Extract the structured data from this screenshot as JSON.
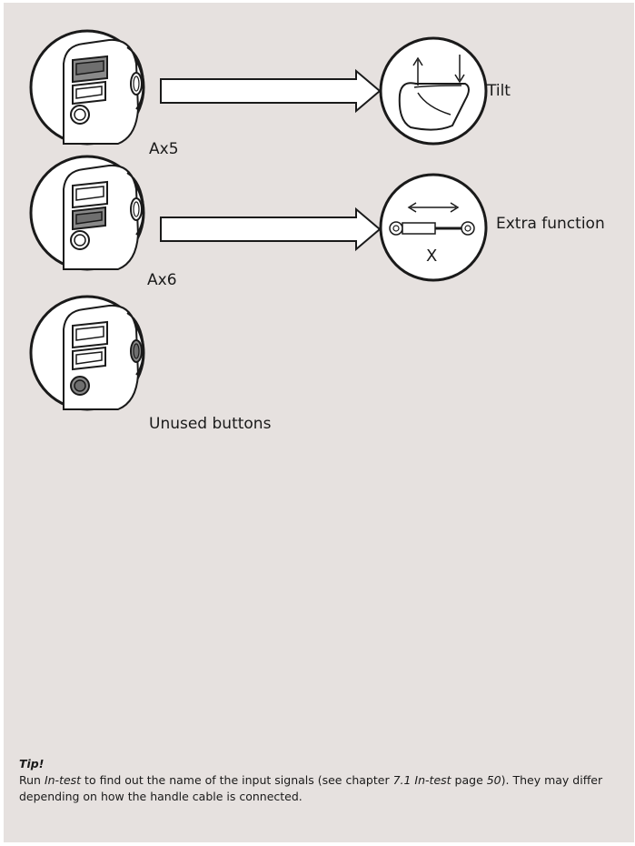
{
  "labels": {
    "ax5": "Ax5",
    "ax6": "Ax6",
    "tilt": "Tilt",
    "extra_function": "Extra function",
    "x_mark": "X",
    "unused_buttons": "Unused buttons"
  },
  "tip": {
    "title": "Tip!",
    "run": "Run ",
    "in_test": "In-test",
    "text1": " to find out the name of the input signals (see chapter ",
    "chapter": "7.1 In-test",
    "page_word": " page ",
    "page_num": "50",
    "text2": "). They may differ depending on how the handle cable is connected."
  },
  "colors": {
    "background": "#e6e1df",
    "line": "#1a1a1a",
    "highlight": "#8a8a8a"
  },
  "icons": [
    "joystick-handle-icon",
    "arrow-right-icon",
    "bucket-tilt-icon",
    "hydraulic-cylinder-icon"
  ]
}
